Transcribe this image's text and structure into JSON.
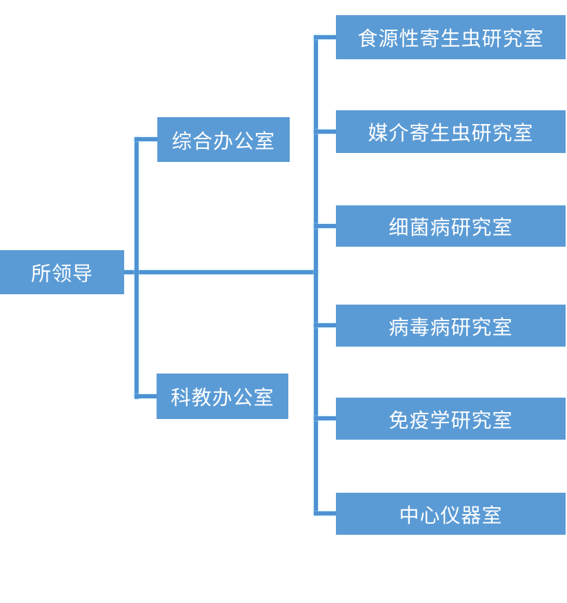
{
  "diagram": {
    "root": {
      "label": "所领导"
    },
    "offices": [
      {
        "label": "综合办公室"
      },
      {
        "label": "科教办公室"
      }
    ],
    "labs": [
      {
        "label": "食源性寄生虫研究室"
      },
      {
        "label": "媒介寄生虫研究室"
      },
      {
        "label": "细菌病研究室"
      },
      {
        "label": "病毒病研究室"
      },
      {
        "label": "免疫学研究室"
      },
      {
        "label": "中心仪器室"
      }
    ],
    "colors": {
      "box_fill": "#5b9bd5",
      "line": "#4e92d3",
      "text": "#ffffff",
      "background": "#ffffff"
    }
  }
}
